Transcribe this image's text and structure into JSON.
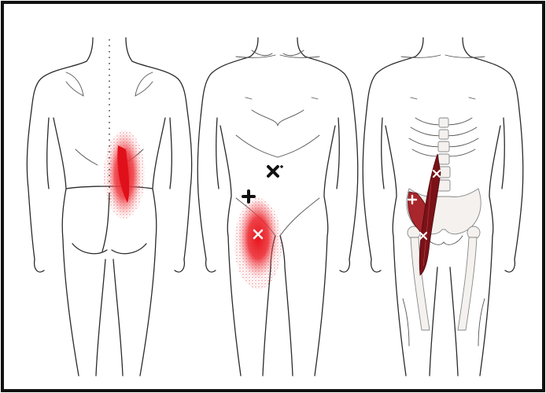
{
  "colors": {
    "frame": "#111111",
    "referred_pain": "#e8141c",
    "referred_pain_halo": "#f27a7e",
    "muscle": "#7a1218",
    "muscle_light": "#a8262c",
    "trigger_point_light": "#ffffff",
    "trigger_point_dark": "#111111",
    "outline": "#2a2a2a"
  },
  "figures": [
    {
      "view": "back",
      "features": [
        "spine-dotted-line",
        "lumbar-referred-pain-zone"
      ]
    },
    {
      "view": "front",
      "features": [
        "trigger-point-abdomen",
        "trigger-point-hip",
        "trigger-point-thigh",
        "anterior-thigh-referred-pain-zone"
      ]
    },
    {
      "view": "front-anatomy",
      "features": [
        "psoas-muscle",
        "iliacus-muscle",
        "spine",
        "pelvis",
        "femur",
        "trigger-points"
      ]
    }
  ],
  "trigger_point_icons": [
    "cross-icon",
    "x-mark-icon"
  ]
}
